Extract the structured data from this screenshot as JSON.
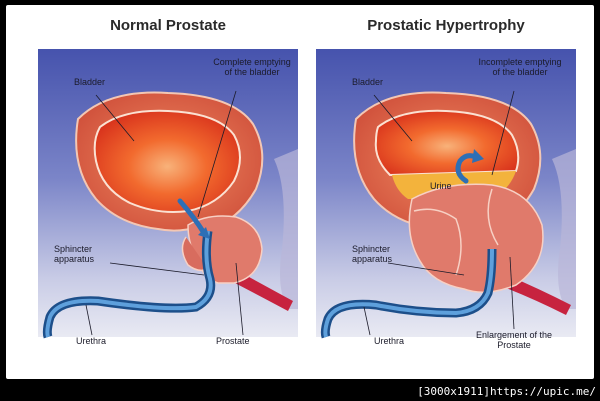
{
  "panels": {
    "left": {
      "title": "Normal Prostate",
      "labels": {
        "bladder": "Bladder",
        "emptying_line1": "Complete emptying",
        "emptying_line2": "of the bladder",
        "sphincter_line1": "Sphincter",
        "sphincter_line2": "apparatus",
        "urethra": "Urethra",
        "prostate": "Prostate"
      }
    },
    "right": {
      "title": "Prostatic Hypertrophy",
      "labels": {
        "bladder": "Bladder",
        "emptying_line1": "Incomplete emptying",
        "emptying_line2": "of the bladder",
        "urine": "Urine",
        "sphincter_line1": "Sphincter",
        "sphincter_line2": "apparatus",
        "urethra": "Urethra",
        "enlargement_line1": "Enlargement of the",
        "enlargement_line2": "Prostate"
      }
    }
  },
  "watermark": "[3000x1911]https://upic.me/",
  "colors": {
    "panel_bg_top": "#4b57b0",
    "panel_bg_bottom": "#e6e7f2",
    "bladder_wall": "#e0684a",
    "bladder_inner": "#f1511f",
    "prostate": "#e37a6d",
    "urethra": "#2a66a8",
    "urine": "#f4b540"
  }
}
